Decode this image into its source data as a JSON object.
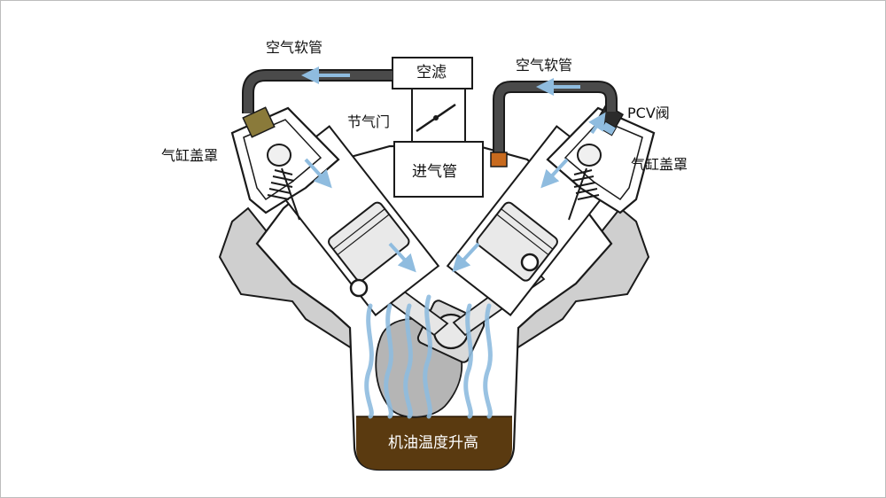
{
  "labels": {
    "hose_left": "空气软管",
    "hose_right": "空气软管",
    "air_filter": "空滤",
    "throttle": "节气门",
    "intake_manifold": "进气管",
    "valve_cover_left": "气缸盖罩",
    "valve_cover_right": "气缸盖罩",
    "pcv_valve": "PCV阀",
    "oil_temp": "机油温度升高"
  },
  "colors": {
    "outline": "#1a1a1a",
    "engine_fill": "#ffffff",
    "shade": "#cfcfcf",
    "hose": "#3a3a3a",
    "airflow": "#8fbcdf",
    "oil": "#5a3a10",
    "fitting_left": "#8a7a3a",
    "fitting_right": "#c86a1e",
    "pcv_body": "#2b2b2b"
  }
}
